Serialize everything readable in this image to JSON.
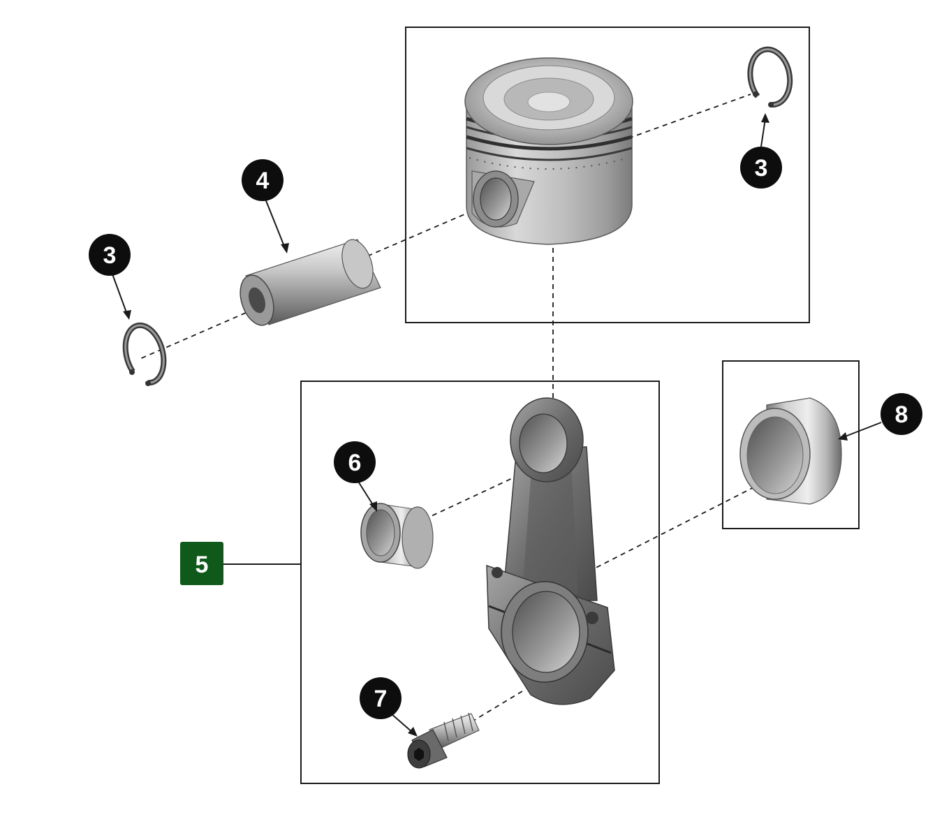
{
  "diagram": {
    "callouts": [
      {
        "id": "c3-right",
        "label": "3"
      },
      {
        "id": "c3-left",
        "label": "3"
      },
      {
        "id": "c4",
        "label": "4"
      },
      {
        "id": "c6",
        "label": "6"
      },
      {
        "id": "c7",
        "label": "7"
      },
      {
        "id": "c8",
        "label": "8"
      }
    ],
    "group_label": "5",
    "colors": {
      "callout_fill": "#0d0d0d",
      "group_label_fill": "#0f5a1a",
      "line": "#1a1a1a",
      "metal_light": "#e9e9e9",
      "metal_dark": "#6f6f6f"
    }
  }
}
